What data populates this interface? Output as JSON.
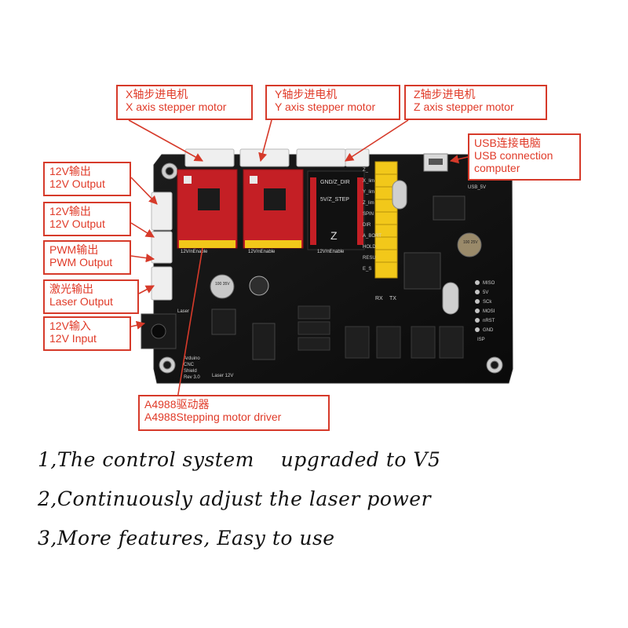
{
  "callouts": {
    "x_motor": {
      "zh": "X轴步进电机",
      "en": "X axis stepper motor"
    },
    "y_motor": {
      "zh": "Y轴步进电机",
      "en": "Y axis stepper motor"
    },
    "z_motor": {
      "zh": "Z轴步进电机",
      "en": "Z axis stepper motor"
    },
    "usb": {
      "zh": "USB连接电脑",
      "en1": "USB connection",
      "en2": "computer"
    },
    "out12v_1": {
      "zh": "12V输出",
      "en": "12V Output"
    },
    "out12v_2": {
      "zh": "12V输出",
      "en": "12V Output"
    },
    "pwm": {
      "zh": "PWM输出",
      "en": "PWM Output"
    },
    "laser": {
      "zh": "激光输出",
      "en": "Laser Output"
    },
    "in12v": {
      "zh": "12V输入",
      "en": "12V Input"
    },
    "driver": {
      "zh": "A4988驱动器",
      "en": "A4988Stepping motor driver"
    }
  },
  "board": {
    "driver_label_x": "12V/nEnable",
    "driver_label_y": "12V/nEnable",
    "driver_label_z": "12V/nEnable",
    "z_header": "Z",
    "z_dir": "GND/Z_DIR",
    "z_step": "5V/Z_STEP",
    "z_letter": "Z",
    "silk_usb5v": "USB_5V",
    "silk_rx": "RX",
    "silk_tx": "TX",
    "silk_laser": "Laser",
    "silk_laser12v": "Laser 12V",
    "silk_name1": "Arduino",
    "silk_name2": "CNC",
    "silk_name3": "Shield",
    "silk_rev": "Rev 3.0",
    "isp_pins": [
      "MISO",
      "5V",
      "SCk",
      "MOSI",
      "nRST",
      "GND"
    ],
    "isp": "ISP",
    "left_pins": [
      "Z_",
      "X_lim",
      "Y_lim",
      "Z_lim",
      "SPIN",
      "DIR",
      "A_BORT",
      "HOLD",
      "RESU",
      "E_S"
    ],
    "cap1": "100 35V",
    "cap2": "100 25V"
  },
  "features": [
    "1,The control system    upgraded to V5",
    "2,Continuously adjust the laser power",
    "3,More features, Easy to use"
  ],
  "colors": {
    "callout": "#e03a28",
    "pcb": "#121212",
    "driver": "#c41f25",
    "header": "#f2c81a"
  }
}
